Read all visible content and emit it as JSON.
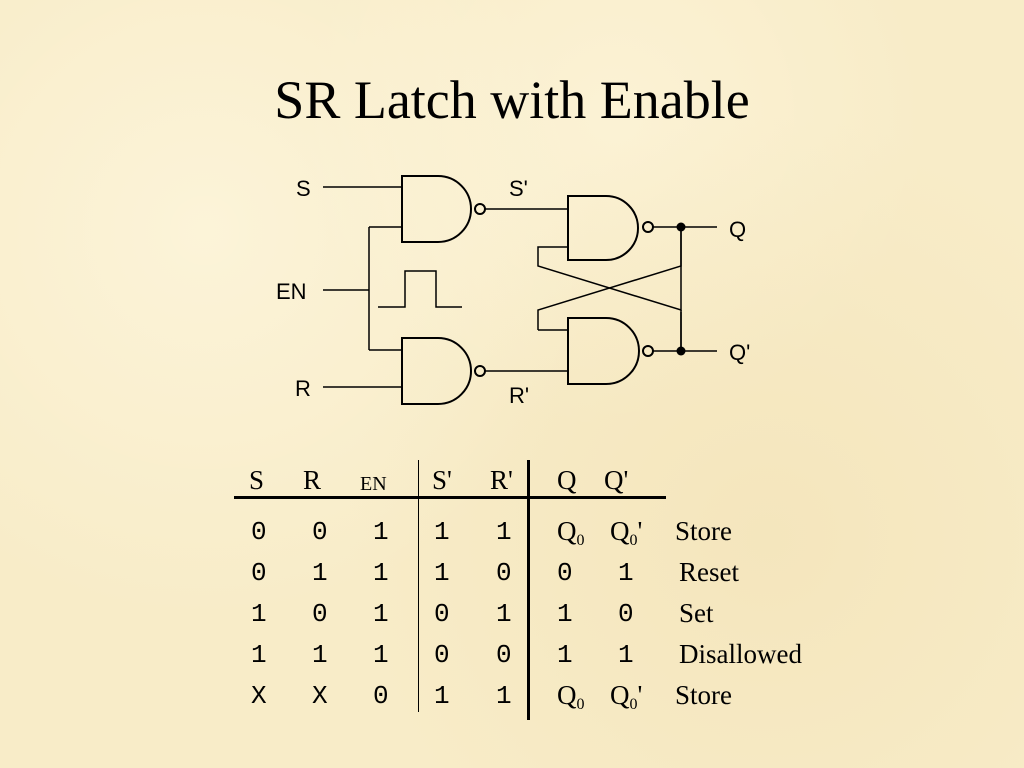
{
  "title": "SR Latch with Enable",
  "circuit": {
    "labels": {
      "s": "S",
      "en": "EN",
      "r": "R",
      "s_prime": "S'",
      "r_prime": "R'",
      "q": "Q",
      "q_prime": "Q'"
    }
  },
  "truth_table": {
    "headers": [
      "S",
      "R",
      "EN",
      "S'",
      "R'",
      "Q",
      "Q'"
    ],
    "rows": [
      {
        "s": "0",
        "r": "0",
        "en": "1",
        "sp": "1",
        "rp": "1",
        "q": "Q",
        "q_sub": "0",
        "qp": "Q",
        "qp_sub": "0",
        "qp_suffix": "'",
        "desc": "Store"
      },
      {
        "s": "0",
        "r": "1",
        "en": "1",
        "sp": "1",
        "rp": "0",
        "q": "0",
        "qp": "1",
        "desc": "Reset"
      },
      {
        "s": "1",
        "r": "0",
        "en": "1",
        "sp": "0",
        "rp": "1",
        "q": "1",
        "qp": "0",
        "desc": "Set"
      },
      {
        "s": "1",
        "r": "1",
        "en": "1",
        "sp": "0",
        "rp": "0",
        "q": "1",
        "qp": "1",
        "desc": "Disallowed"
      },
      {
        "s": "X",
        "r": "X",
        "en": "0",
        "sp": "1",
        "rp": "1",
        "q": "Q",
        "q_sub": "0",
        "qp": "Q",
        "qp_sub": "0",
        "qp_suffix": "'",
        "desc": "Store"
      }
    ]
  }
}
